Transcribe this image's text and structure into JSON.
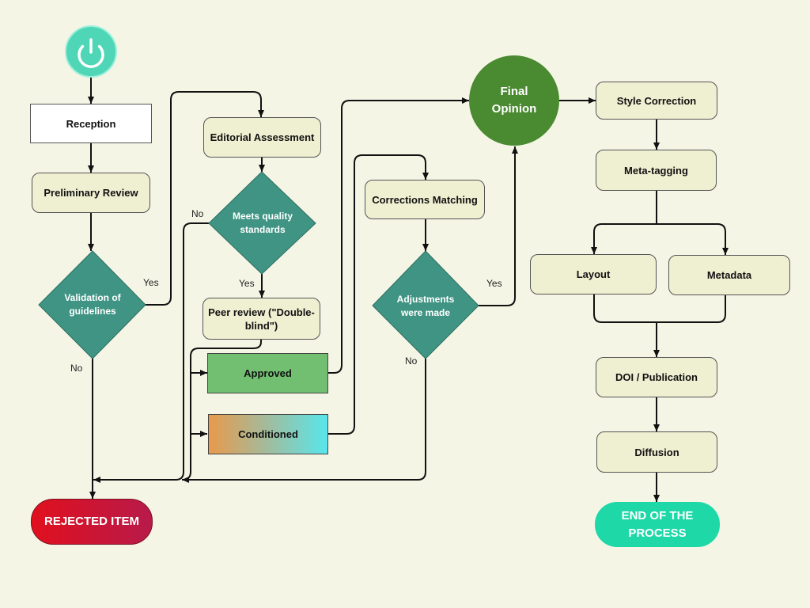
{
  "nodes": {
    "reception": "Reception",
    "preliminary_review": "Preliminary Review",
    "validation": "Validation of guidelines",
    "editorial_assessment": "Editorial Assessment",
    "meets_quality": "Meets quality standards",
    "peer_review": "Peer review (\"Double-blind\")",
    "approved": "Approved",
    "conditioned": "Conditioned",
    "corrections_matching": "Corrections Matching",
    "adjustments": "Adjustments were made",
    "final_opinion": "Final Opinion",
    "style_correction": "Style Correction",
    "meta_tagging": "Meta-tagging",
    "layout": "Layout",
    "metadata": "Metadata",
    "doi_publication": "DOI / Publication",
    "diffusion": "Diffusion",
    "rejected": "REJECTED ITEM",
    "end": "END OF THE PROCESS"
  },
  "edge_labels": {
    "validation_yes": "Yes",
    "validation_no": "No",
    "quality_no": "No",
    "quality_yes": "Yes",
    "adjustments_yes": "Yes",
    "adjustments_no": "No"
  },
  "icons": {
    "start": "power-icon"
  },
  "colors": {
    "background": "#f5f5e6",
    "process_fill": "#efefd2",
    "diamond_fill": "#3f9484",
    "start_fill": "#4fd6b6",
    "final_opinion_fill": "#4a8a30",
    "approved_fill": "#72bf72",
    "rejected_fill": "#d8102a",
    "end_fill": "#1ed8a8"
  }
}
